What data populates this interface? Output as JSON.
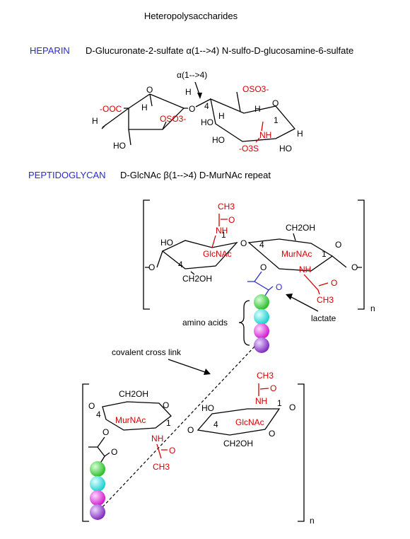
{
  "title": "Heteropolysaccharides",
  "colors": {
    "text": "#000000",
    "section_label": "#2a2ad4",
    "highlight": "#d40000",
    "bead_green": "#33cc33",
    "bead_cyan": "#22dddd",
    "bead_magenta": "#dd22dd",
    "bead_purple": "#8833cc"
  },
  "heparin": {
    "label": "HEPARIN",
    "description": "D-Glucuronate-2-sulfate α(1-->4) N-sulfo-D-glucosamine-6-sulfate",
    "linkage": "α(1-->4)",
    "atoms": {
      "coo": "-OOC",
      "oso3_ring": "OSO3-",
      "oso3_top": "OSO3-",
      "ho_left": "HO",
      "ho_right": "HO",
      "ho_bottom": "HO",
      "nh": "NH",
      "so3": "-O3S",
      "o": "O",
      "h": "H",
      "pos4": "4",
      "pos1": "1"
    }
  },
  "peptidoglycan": {
    "label": "PEPTIDOGLYCAN",
    "description": "D-GlcNAc β(1-->4) D-MurNAc repeat",
    "sugar1": "GlcNAc",
    "sugar2": "MurNAc",
    "atoms": {
      "ch3": "CH3",
      "nh": "NH",
      "o": "O",
      "ho": "HO",
      "ch2oh": "CH2OH",
      "pos1": "1",
      "pos4": "4"
    },
    "subscript_n": "n",
    "annotations": {
      "lactate": "lactate",
      "amino_acids": "amino acids",
      "cross_link": "covalent cross link"
    }
  }
}
